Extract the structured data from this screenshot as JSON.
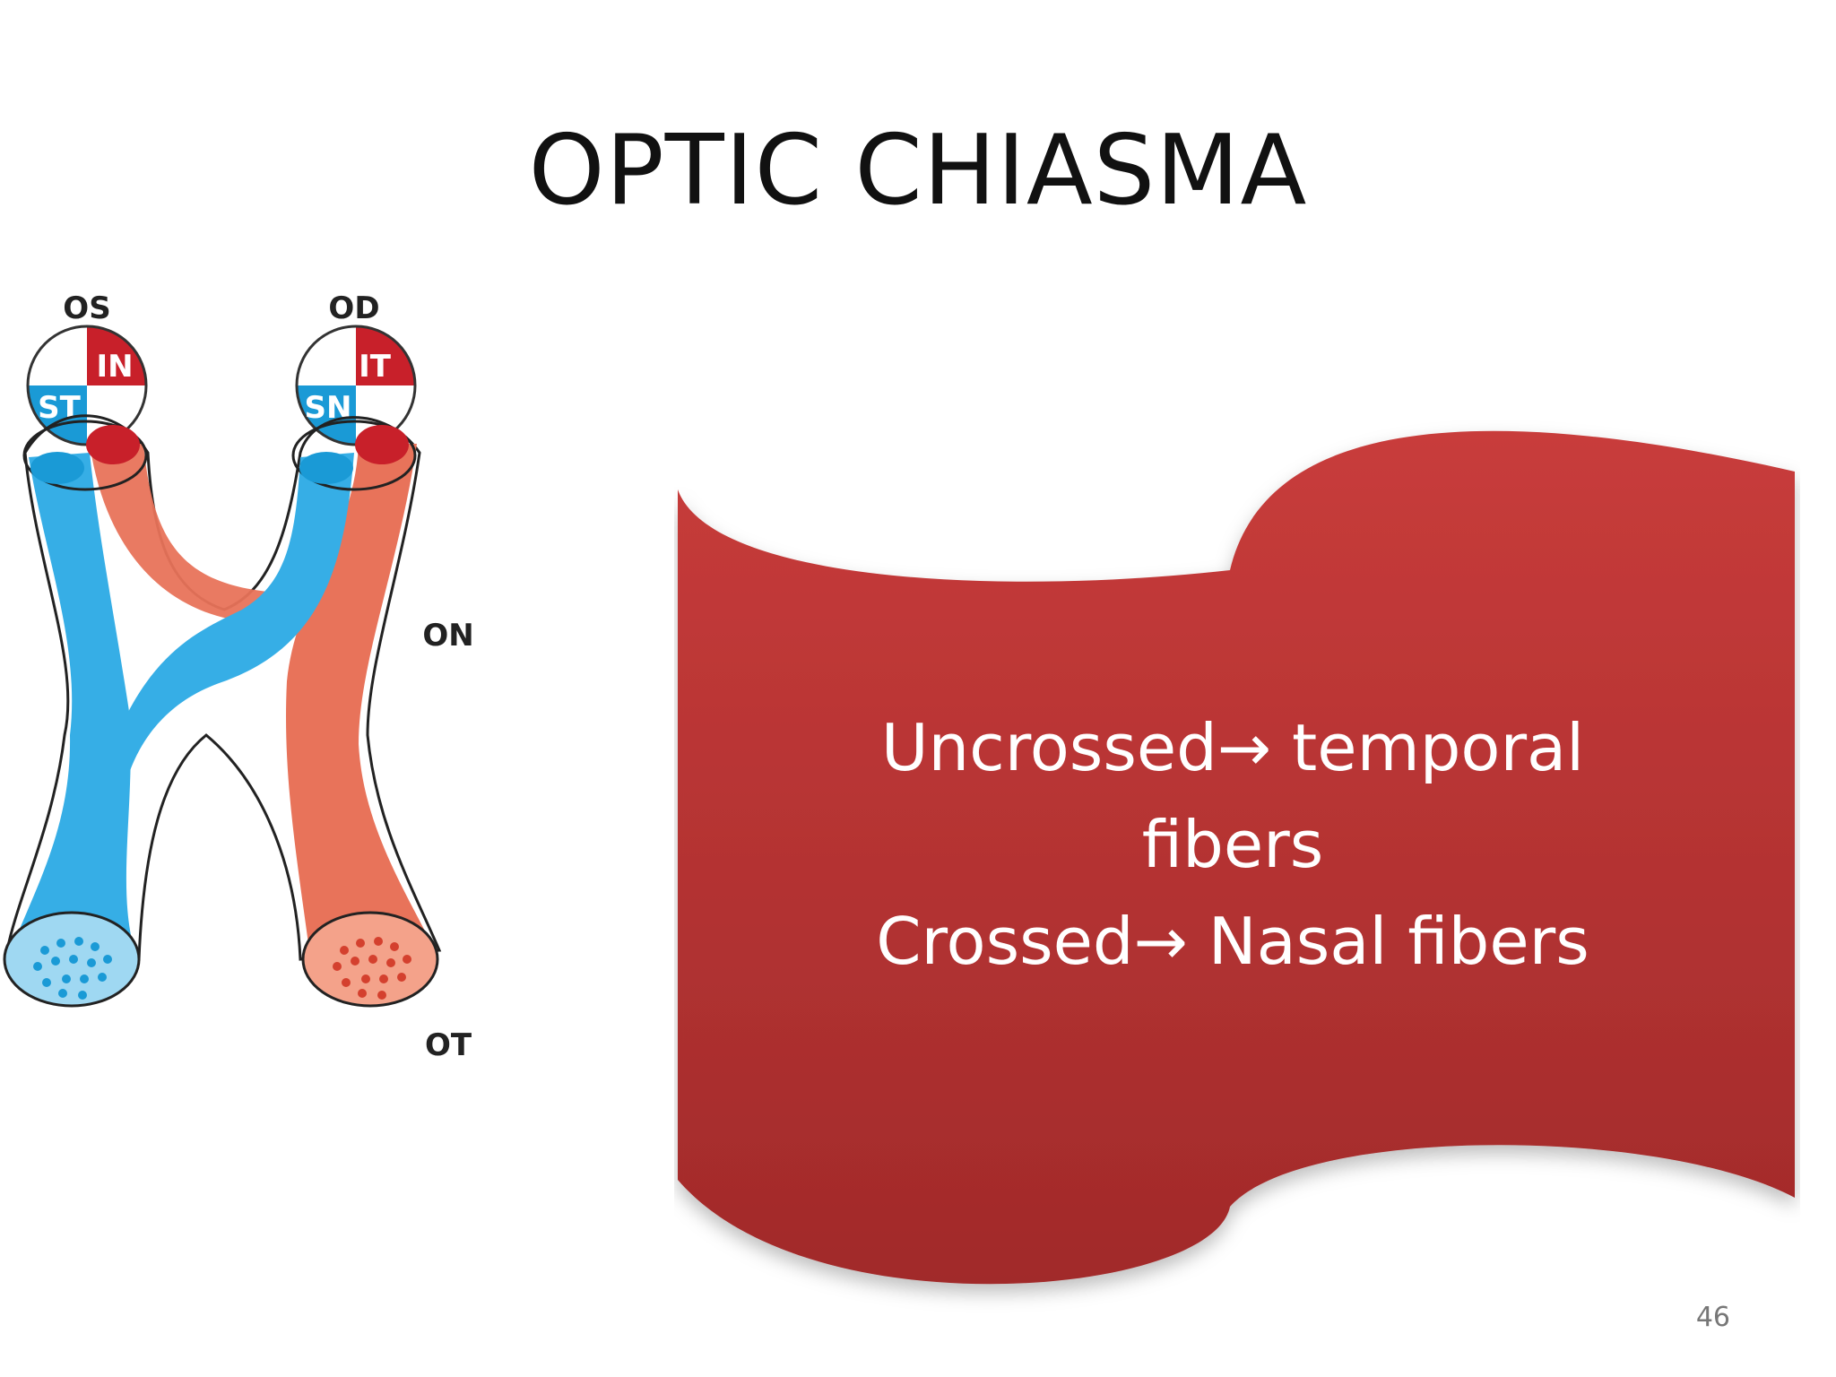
{
  "slide": {
    "title": "OPTIC CHIASMA",
    "page_number": "46"
  },
  "diagram": {
    "left_eye_label": "OS",
    "right_eye_label": "OD",
    "left_quadrants": {
      "top_right": "IN",
      "bottom_left": "ST"
    },
    "right_quadrants": {
      "top_right": "IT",
      "bottom_left": "SN"
    },
    "optic_nerve_label": "ON",
    "optic_tract_label": "OT",
    "colors": {
      "blue": "#2aa3dd",
      "red": "#c8202a",
      "salmon": "#e8735a"
    }
  },
  "banner": {
    "line1": "Uncrossed→ temporal",
    "line2": "fibers",
    "line3": "Crossed→ Nasal fibers",
    "color": "#c0393a"
  }
}
